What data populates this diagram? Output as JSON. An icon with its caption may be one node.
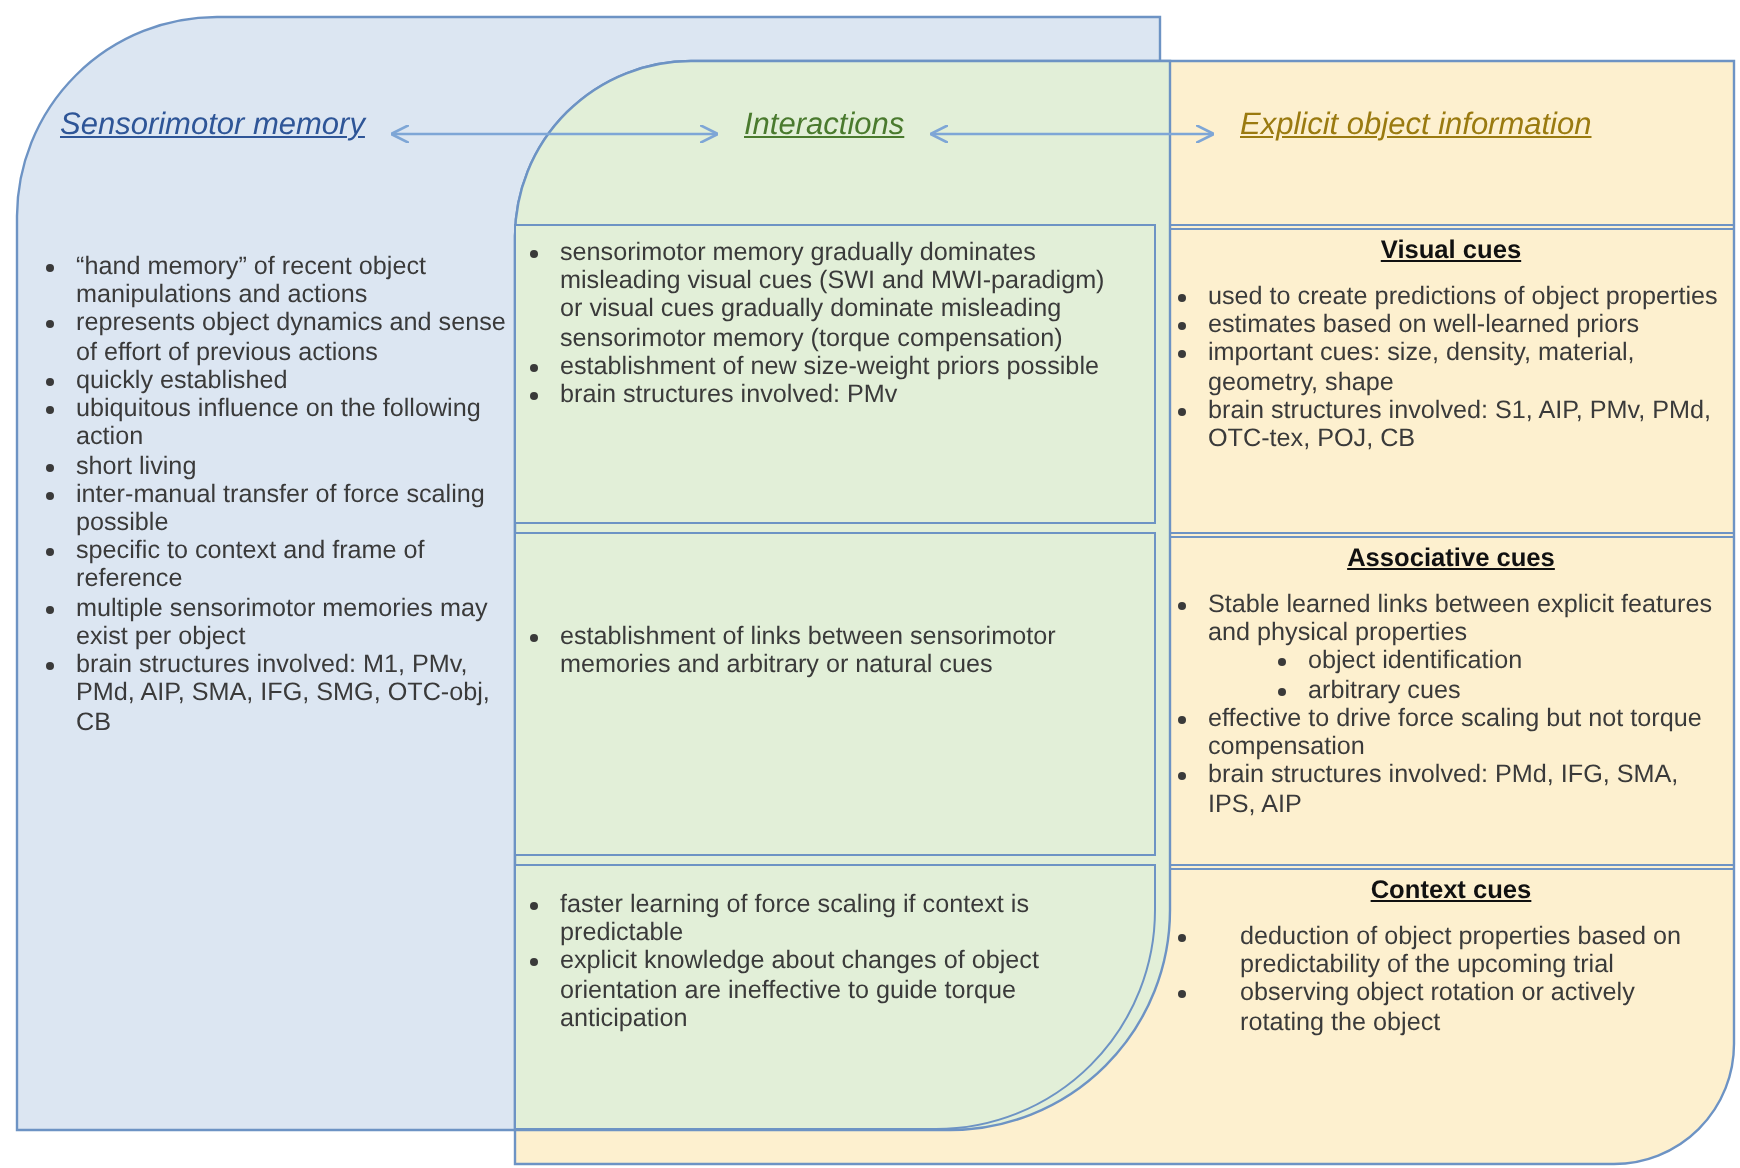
{
  "diagram": {
    "nodes": [
      {
        "text": [
          "“hand memory” of recent object manipulations and actions",
          "represents object dynamics and sense of effort of previous actions",
          "quickly established",
          "ubiquitous influence on the following action",
          "short living",
          "inter-manual transfer of force scaling possible",
          "specific to context and frame of reference",
          "multiple sensorimotor memories may exist per object",
          "brain structures involved: M1, PMv, PMd, AIP, SMA, IFG, SMG, OTC-obj, CB"
        ]
      },
      {
        "text": [
          "Sensorimotor memory"
        ],
        "in": 0
      },
      {
        "text": [],
        "shape": "box"
      },
      {
        "text": [
          "Interactions"
        ],
        "in": 2
      },
      {
        "text": [],
        "shape": "box"
      },
      {
        "text": [
          "Explicit object information"
        ],
        "in": 4
      },
      {
        "text": [
          "sensorimotor memory gradually dominates misleading visual cues (SWI and MWI-paradigm) or visual cues gradually dominate misleading sensorimotor memory (torque compensation)",
          "establishment of new size-weight priors possible",
          "brain structures involved: PMv"
        ],
        "in": 2
      },
      {
        "text": [
          "Visual cues",
          "used to create predictions of object properties",
          "estimates based on well-learned priors",
          "important cues: size, density, material, geometry, shape",
          "brain structures involved: S1, AIP, PMv, PMd, OTC-tex, POJ, CB"
        ],
        "in": 4
      },
      {
        "text": [
          "establishment of links between sensorimotor memories and arbitrary or natural cues"
        ],
        "in": 2
      },
      {
        "text": [
          "Associative cues",
          "Stable learned links between explicit features and physical properties",
          "object identification",
          "arbitrary cues",
          "effective to drive force scaling but not torque compensation",
          "brain structures involved:  PMd, IFG, SMA, IPS, AIP"
        ],
        "in": 4
      },
      {
        "text": [
          "faster learning of force scaling if context is predictable",
          "explicit knowledge about changes of object orientation are ineffective to guide torque anticipation"
        ],
        "in": 2
      },
      {
        "text": [
          "Context cues",
          "deduction of object properties based on predictability of the upcoming trial",
          "observing object rotation or actively rotating the object"
        ],
        "in": 4
      }
    ],
    "edges": [
      {
        "from": 1,
        "to": 3,
        "arrow": "both"
      },
      {
        "from": 3,
        "to": 5,
        "arrow": "both"
      }
    ]
  }
}
